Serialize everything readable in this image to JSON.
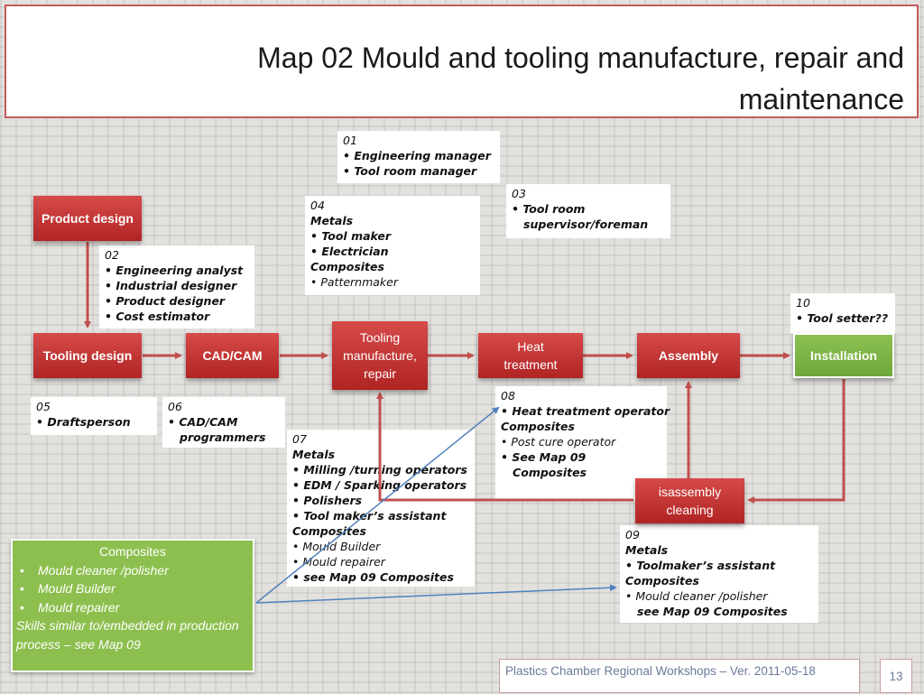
{
  "title": "Map 02 Mould and tooling manufacture, repair and maintenance",
  "nodes": {
    "product_design": "Product design",
    "tooling_design": "Tooling design",
    "cad_cam": "CAD/CAM",
    "tooling_manufacture": "Tooling manufacture, repair",
    "heat_treatment": "Heat treatment",
    "assembly": "Assembly",
    "installation": "Installation",
    "disassembly": "isassembly cleaning"
  },
  "boxes": {
    "b01": [
      "01",
      "• Engineering manager",
      "• Tool room manager"
    ],
    "b02": [
      "02",
      "• Engineering analyst",
      "• Industrial designer",
      "• Product designer",
      "• Cost estimator"
    ],
    "b03": [
      "03",
      "• Tool room",
      "   supervisor/foreman"
    ],
    "b04": [
      "04",
      "Metals",
      "• Tool maker",
      "• Electrician",
      "Composites",
      "• Patternmaker"
    ],
    "b05": [
      "05",
      "• Draftsperson"
    ],
    "b06": [
      "06",
      "• CAD/CAM",
      "   programmers"
    ],
    "b07": [
      "07",
      "Metals",
      "• Milling /turning operators",
      "• EDM / Sparking operators",
      "• Polishers",
      "• Tool maker’s assistant",
      "Composites",
      "• Mould Builder",
      "• Mould repairer",
      "• see Map 09 Composites"
    ],
    "b08": [
      "08",
      "• Heat treatment operator",
      "Composites",
      "• Post cure operator",
      "• See Map 09",
      "   Composites"
    ],
    "b09": [
      "09",
      "Metals",
      "• Toolmaker’s assistant",
      "Composites",
      "• Mould cleaner /polisher",
      "   see Map 09 Composites"
    ],
    "b10": [
      "10",
      "• Tool setter??"
    ]
  },
  "composites": {
    "heading": "Composites",
    "items": [
      "Mould cleaner /polisher",
      "Mould Builder",
      "Mould repairer"
    ],
    "skills": "Skills similar to/embedded in production process – see Map 09"
  },
  "footer": {
    "text": "Plastics Chamber Regional Workshops – Ver. 2011-05-18",
    "page": "13"
  },
  "colors": {
    "node_red": "#c0392b",
    "node_green": "#8cc152",
    "arrow_red": "#c0504d",
    "arrow_blue": "#4f81bd"
  }
}
